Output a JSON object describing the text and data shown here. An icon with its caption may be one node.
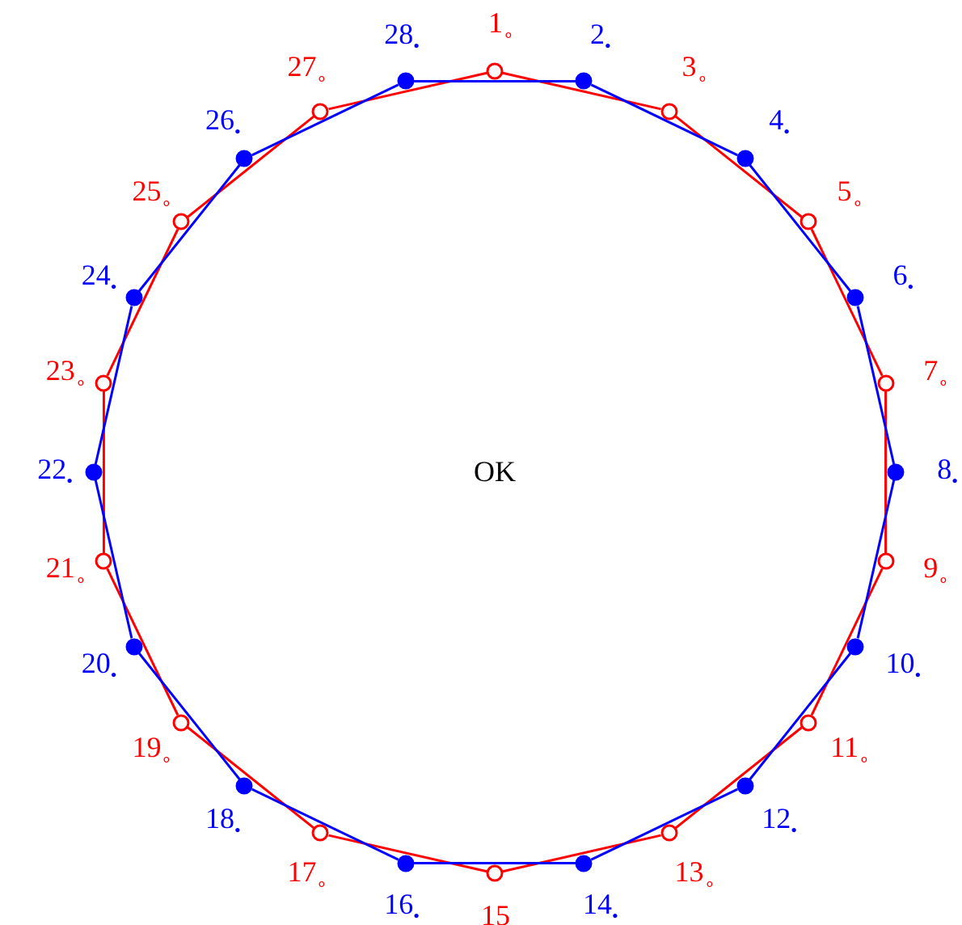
{
  "diagram": {
    "nodes": [
      {
        "text": [],
        "shape": "circle",
        "beside": [
          "1$_{∘}$"
        ]
      },
      {
        "text": [],
        "shape": "dot",
        "beside": [
          "2$_{•}$"
        ]
      },
      {
        "text": [],
        "shape": "circle",
        "beside": [
          "3$_{∘}$"
        ]
      },
      {
        "text": [],
        "shape": "dot",
        "beside": [
          "4$_{•}$"
        ]
      },
      {
        "text": [],
        "shape": "circle",
        "beside": [
          "5$_{∘}$"
        ]
      },
      {
        "text": [],
        "shape": "dot",
        "beside": [
          "6$_{•}$"
        ]
      },
      {
        "text": [],
        "shape": "circle",
        "beside": [
          "7$_{∘}$"
        ]
      },
      {
        "text": [],
        "shape": "dot",
        "beside": [
          "8$_{•}$"
        ]
      },
      {
        "text": [],
        "shape": "circle",
        "beside": [
          "9$_{∘}$"
        ]
      },
      {
        "text": [],
        "shape": "dot",
        "beside": [
          "10$_{•}$"
        ]
      },
      {
        "text": [],
        "shape": "circle",
        "beside": [
          "11$_{∘}$"
        ]
      },
      {
        "text": [],
        "shape": "dot",
        "beside": [
          "12$_{•}$"
        ]
      },
      {
        "text": [],
        "shape": "circle",
        "beside": [
          "13$_{∘}$"
        ]
      },
      {
        "text": [],
        "shape": "dot",
        "beside": [
          "14$_{•}$"
        ]
      },
      {
        "text": [],
        "shape": "circle",
        "beside": [
          "15$_{∘}$"
        ]
      },
      {
        "text": [],
        "shape": "dot",
        "beside": [
          "16$_{•}$"
        ]
      },
      {
        "text": [],
        "shape": "circle",
        "beside": [
          "17$_{∘}$"
        ]
      },
      {
        "text": [],
        "shape": "dot",
        "beside": [
          "18$_{•}$"
        ]
      },
      {
        "text": [],
        "shape": "circle",
        "beside": [
          "19$_{∘}$"
        ]
      },
      {
        "text": [],
        "shape": "dot",
        "beside": [
          "20$_{•}$"
        ]
      },
      {
        "text": [],
        "shape": "circle",
        "beside": [
          "21$_{∘}$"
        ]
      },
      {
        "text": [],
        "shape": "dot",
        "beside": [
          "22$_{•}$"
        ]
      },
      {
        "text": [],
        "shape": "circle",
        "beside": [
          "23$_{∘}$"
        ]
      },
      {
        "text": [],
        "shape": "dot",
        "beside": [
          "24$_{•}$"
        ]
      },
      {
        "text": [],
        "shape": "circle",
        "beside": [
          "25$_{∘}$"
        ]
      },
      {
        "text": [],
        "shape": "dot",
        "beside": [
          "26$_{•}$"
        ]
      },
      {
        "text": [],
        "shape": "circle",
        "beside": [
          "27$_{∘}$"
        ]
      },
      {
        "text": [],
        "shape": "dot",
        "beside": [
          "28$_{•}$"
        ]
      }
    ],
    "edges": [
      {
        "from": 0,
        "to": 2,
        "arrow": "none",
        "color": "#ff0000"
      },
      {
        "from": 2,
        "to": 4,
        "arrow": "none",
        "color": "#ff0000"
      },
      {
        "from": 4,
        "to": 6,
        "arrow": "none",
        "color": "#ff0000"
      },
      {
        "from": 6,
        "to": 8,
        "arrow": "none",
        "color": "#ff0000"
      },
      {
        "from": 8,
        "to": 10,
        "arrow": "none",
        "color": "#ff0000"
      },
      {
        "from": 10,
        "to": 12,
        "arrow": "none",
        "color": "#ff0000"
      },
      {
        "from": 12,
        "to": 14,
        "arrow": "none",
        "color": "#ff0000"
      },
      {
        "from": 14,
        "to": 16,
        "arrow": "none",
        "color": "#ff0000"
      },
      {
        "from": 16,
        "to": 18,
        "arrow": "none",
        "color": "#ff0000"
      },
      {
        "from": 18,
        "to": 20,
        "arrow": "none",
        "color": "#ff0000"
      },
      {
        "from": 20,
        "to": 22,
        "arrow": "none",
        "color": "#ff0000"
      },
      {
        "from": 22,
        "to": 24,
        "arrow": "none",
        "color": "#ff0000"
      },
      {
        "from": 24,
        "to": 26,
        "arrow": "none",
        "color": "#ff0000"
      },
      {
        "from": 26,
        "to": 0,
        "arrow": "none",
        "color": "#ff0000"
      },
      {
        "from": 1,
        "to": 3,
        "arrow": "none",
        "color": "#0000ff"
      },
      {
        "from": 3,
        "to": 5,
        "arrow": "none",
        "color": "#0000ff"
      },
      {
        "from": 5,
        "to": 7,
        "arrow": "none",
        "color": "#0000ff"
      },
      {
        "from": 7,
        "to": 9,
        "arrow": "none",
        "color": "#0000ff"
      },
      {
        "from": 9,
        "to": 11,
        "arrow": "none",
        "color": "#0000ff"
      },
      {
        "from": 11,
        "to": 13,
        "arrow": "none",
        "color": "#0000ff"
      },
      {
        "from": 13,
        "to": 15,
        "arrow": "none",
        "color": "#0000ff"
      },
      {
        "from": 15,
        "to": 17,
        "arrow": "none",
        "color": "#0000ff"
      },
      {
        "from": 17,
        "to": 19,
        "arrow": "none",
        "color": "#0000ff"
      },
      {
        "from": 19,
        "to": 21,
        "arrow": "none",
        "color": "#0000ff"
      },
      {
        "from": 21,
        "to": 23,
        "arrow": "none",
        "color": "#0000ff"
      },
      {
        "from": 23,
        "to": 25,
        "arrow": "none",
        "color": "#0000ff"
      },
      {
        "from": 25,
        "to": 27,
        "arrow": "none",
        "color": "#0000ff"
      },
      {
        "from": 27,
        "to": 1,
        "arrow": "none",
        "color": "#0000ff"
      }
    ],
    "labels": [
      "OK"
    ]
  }
}
